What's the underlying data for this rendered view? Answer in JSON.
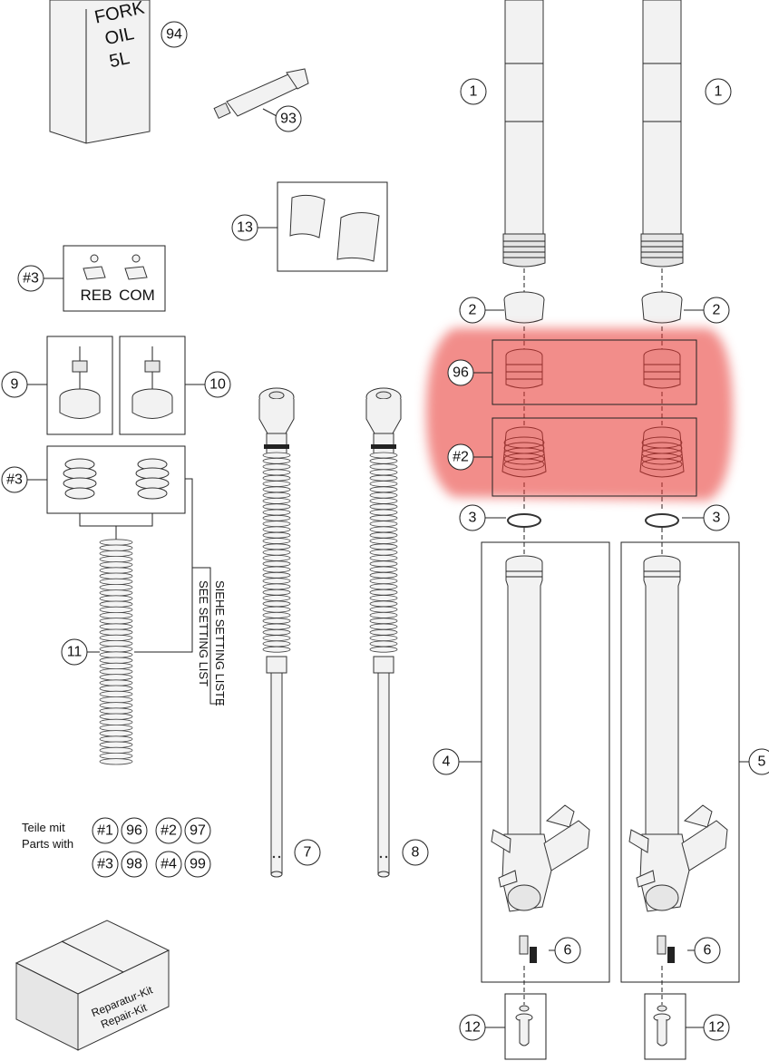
{
  "callouts": {
    "c94": "94",
    "c93": "93",
    "c13": "13",
    "c3a": "#3",
    "c9": "9",
    "c10": "10",
    "c3b": "#3",
    "c11": "11",
    "c7": "7",
    "c8": "8",
    "c1a": "1",
    "c1b": "1",
    "c2a": "2",
    "c2b": "2",
    "c96": "96",
    "c2h": "#2",
    "c3l": "3",
    "c3r": "3",
    "c4": "4",
    "c5": "5",
    "c6a": "6",
    "c6b": "6",
    "c12a": "12",
    "c12b": "12"
  },
  "labels": {
    "oil_line1": "FORK",
    "oil_line2": "OIL",
    "oil_line3": "5L",
    "reb": "REB",
    "com": "COM",
    "setting_de": "SIEHE SETTING LISTE",
    "setting_en": "SEE SETTING LIST",
    "kit_de": "Reparatur-Kit",
    "kit_en": "Repair-Kit"
  },
  "legend": {
    "line1": "Teile mit",
    "line2": "Parts with",
    "items": [
      "#1",
      "96",
      "#2",
      "97",
      "#3",
      "98",
      "#4",
      "99"
    ]
  },
  "colors": {
    "highlight": "#e8302a",
    "line": "#222222"
  }
}
